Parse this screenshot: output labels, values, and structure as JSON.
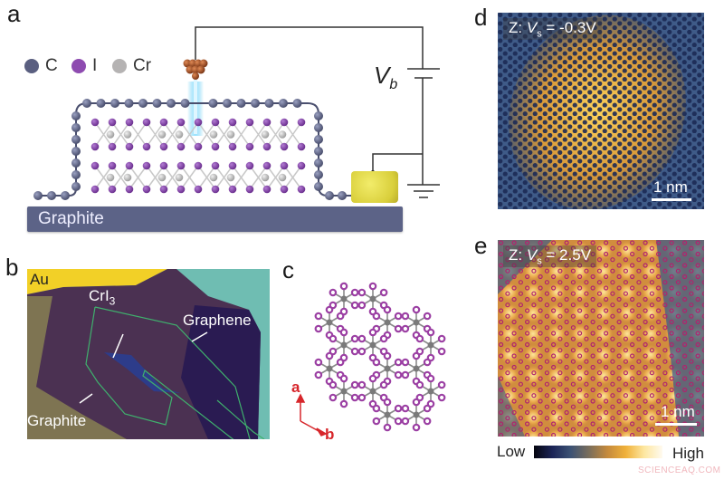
{
  "panels": {
    "a": {
      "letter": "a",
      "legend": [
        {
          "symbol": "C",
          "color": "#5a5f80"
        },
        {
          "symbol": "I",
          "color": "#8e4bb0"
        },
        {
          "symbol": "Cr",
          "color": "#b5b3b3"
        }
      ],
      "substrate_label": "Graphite",
      "bias_label": "V",
      "bias_subscript": "b",
      "colors": {
        "carbon": "#5a5f80",
        "iodine": "#8e4bb0",
        "chromium": "#c8c8c8",
        "graphite": "#5c6387",
        "tip": "#a8532a",
        "tunneling": "#4fc3f0",
        "gold_pad": "#e3d94a"
      }
    },
    "b": {
      "letter": "b",
      "labels": {
        "au": "Au",
        "cri3_main": "CrI",
        "cri3_sub": "3",
        "graphene": "Graphene",
        "graphite": "Graphite"
      },
      "colors": {
        "au": "#f2d027",
        "substrate": "#6fbdb2",
        "graphite": "#7e7452",
        "flake": "#4b3152",
        "graphene": "#2a1b52",
        "outline": "#3fb06d"
      }
    },
    "c": {
      "letter": "c",
      "axis_a": "a",
      "axis_b": "b",
      "colors": {
        "iodine": "#9b3fa3",
        "chromium": "#8a8a8a",
        "axes": "#d7262b"
      }
    },
    "d": {
      "letter": "d",
      "label_prefix": "Z: ",
      "label_var": "V",
      "label_sub": "s",
      "label_value": " = -0.3V",
      "scale_bar": "1 nm"
    },
    "e": {
      "letter": "e",
      "label_prefix": "Z: ",
      "label_var": "V",
      "label_sub": "s",
      "label_value": " = 2.5V",
      "scale_bar": "1 nm",
      "colorbar_low": "Low",
      "colorbar_high": "High"
    }
  },
  "watermark": "SCIENCEAQ.COM"
}
